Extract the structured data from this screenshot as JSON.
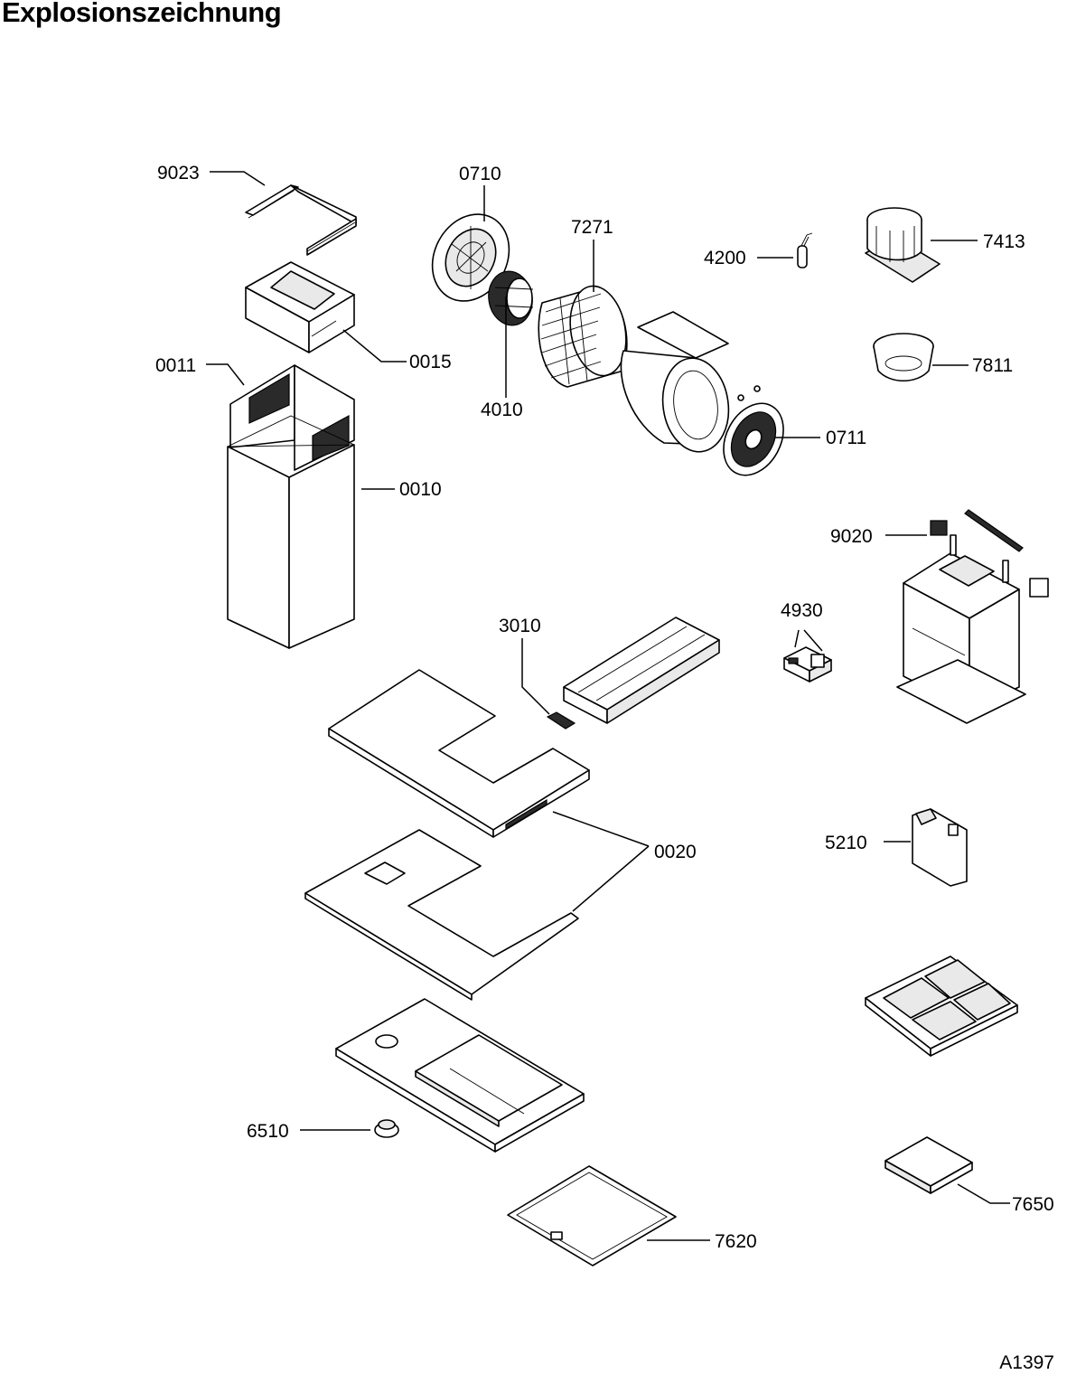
{
  "title": "Explosionszeichnung",
  "drawing_code": "A1397",
  "parts": {
    "p9023": "9023",
    "p0710": "0710",
    "p7271": "7271",
    "p4200": "4200",
    "p7413": "7413",
    "p0015": "0015",
    "p0011": "0011",
    "p4010": "4010",
    "p7811": "7811",
    "p0711": "0711",
    "p0010": "0010",
    "p9020": "9020",
    "p4930": "4930",
    "p3010": "3010",
    "p0020": "0020",
    "p5210": "5210",
    "p6510": "6510",
    "p7650": "7650",
    "p7620": "7620"
  }
}
